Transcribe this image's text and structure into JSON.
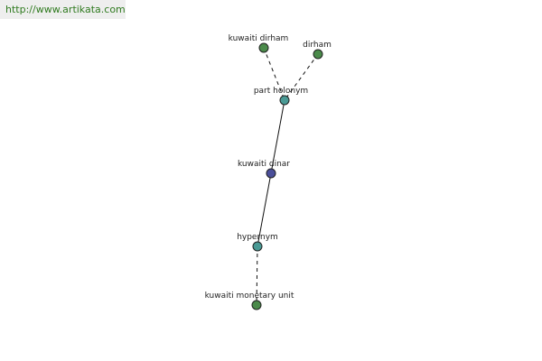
{
  "source": {
    "url_text": "http://www.artikata.com"
  },
  "nodes": {
    "kuwaiti_dirham": {
      "label": "kuwaiti dirham",
      "color": "#4a8a4a"
    },
    "dirham": {
      "label": "dirham",
      "color": "#4a8a4a"
    },
    "part_holonym": {
      "label": "part holonym",
      "color": "#4a9a95"
    },
    "kuwaiti_dinar": {
      "label": "kuwaiti dinar",
      "color": "#4b4f9a"
    },
    "hypernym": {
      "label": "hypernym",
      "color": "#4a9a95"
    },
    "kuwaiti_monetary_unit": {
      "label": "kuwaiti monetary unit",
      "color": "#4a8a4a"
    }
  },
  "edges": [
    {
      "from": "kuwaiti_dirham",
      "to": "part_holonym",
      "style": "dashed"
    },
    {
      "from": "dirham",
      "to": "part_holonym",
      "style": "dashed"
    },
    {
      "from": "part_holonym",
      "to": "kuwaiti_dinar",
      "style": "solid"
    },
    {
      "from": "kuwaiti_dinar",
      "to": "hypernym",
      "style": "solid"
    },
    {
      "from": "hypernym",
      "to": "kuwaiti_monetary_unit",
      "style": "dashed"
    }
  ]
}
